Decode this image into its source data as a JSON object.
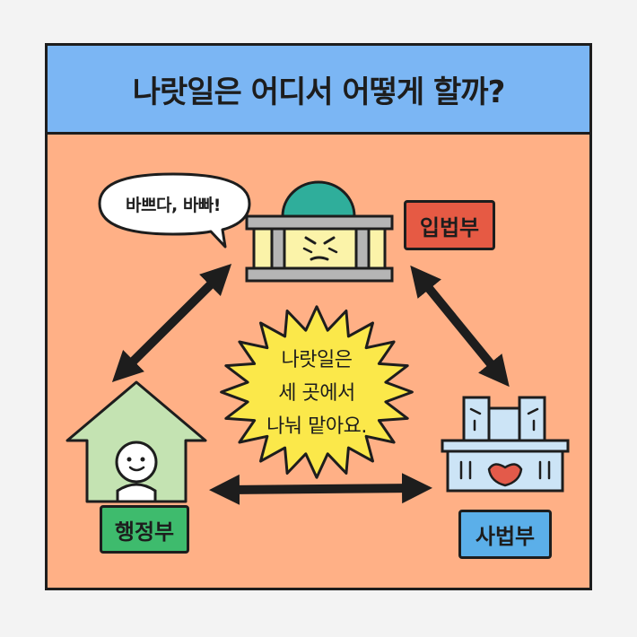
{
  "title": "나랏일은 어디서 어떻게 할까?",
  "speech_bubble": "바쁘다, 바빠!",
  "center_burst": {
    "lines": [
      "나랏일은",
      "세 곳에서",
      "나눠 맡아요."
    ]
  },
  "branches": {
    "legislative": "입법부",
    "executive": "행정부",
    "judicial": "사법부"
  },
  "colors": {
    "background": "#ffb086",
    "title_bar": "#7bb6f4",
    "legislative_label": "#e65a44",
    "executive_label": "#3ebb6d",
    "judicial_label": "#5bafe9",
    "burst": "#fbe84a"
  }
}
